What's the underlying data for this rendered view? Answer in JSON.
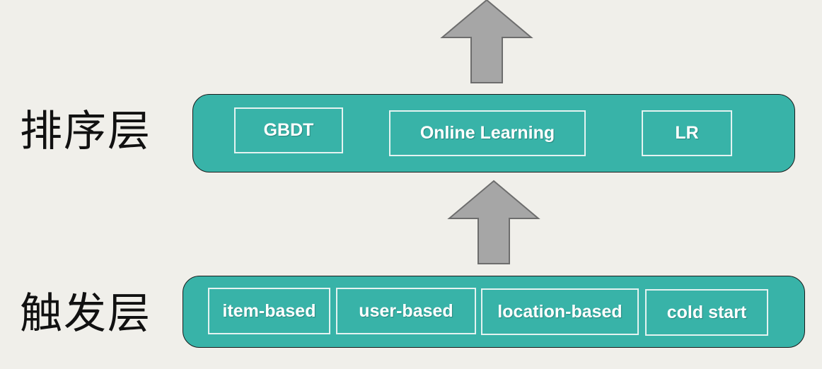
{
  "colors": {
    "background": "#f0efea",
    "layer_fill": "#38b3a8",
    "arrow_fill": "#a6a6a6",
    "arrow_stroke": "#6d6d6d"
  },
  "layers": {
    "ranking": {
      "label": "排序层",
      "items": [
        "GBDT",
        "Online Learning",
        "LR"
      ]
    },
    "trigger": {
      "label": "触发层",
      "items": [
        "item-based",
        "user-based",
        "location-based",
        "cold start"
      ]
    }
  },
  "arrows": [
    {
      "direction": "up",
      "icon": "up-arrow-icon"
    },
    {
      "direction": "up",
      "icon": "up-arrow-icon"
    }
  ]
}
